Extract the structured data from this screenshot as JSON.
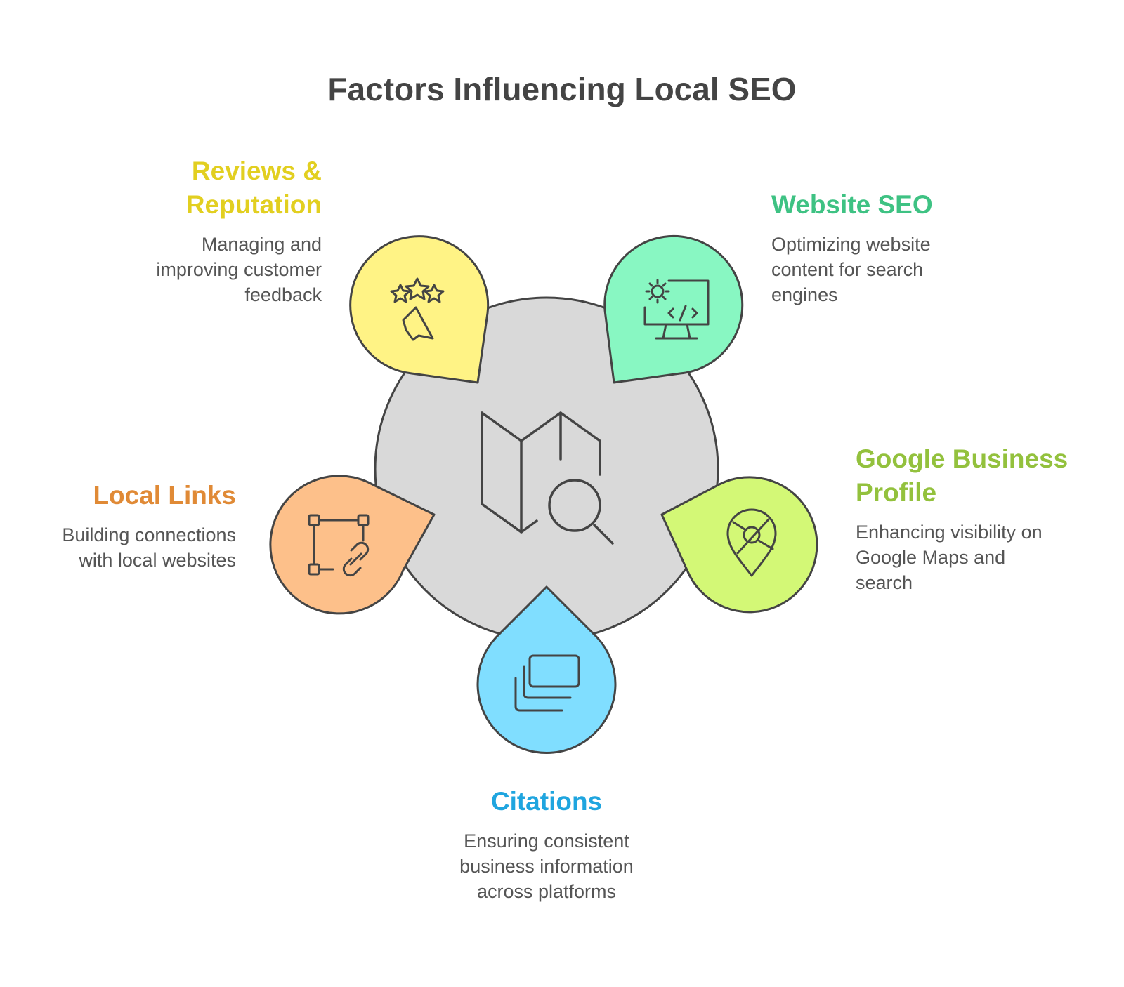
{
  "title": "Factors Influencing Local SEO",
  "center": {
    "icon": "map-search-icon",
    "fill": "#d9d9d9"
  },
  "factors": [
    {
      "key": "reviews",
      "heading_lines": [
        "Reviews &",
        "Reputation"
      ],
      "desc_lines": [
        "Managing and",
        "improving customer",
        "feedback"
      ],
      "color": "#e2cf20",
      "fill": "#fff385",
      "icon": "star-review-icon"
    },
    {
      "key": "website",
      "heading_lines": [
        "Website SEO"
      ],
      "desc_lines": [
        "Optimizing website",
        "content for search",
        "engines"
      ],
      "color": "#3ec283",
      "fill": "#88f7c2",
      "icon": "code-monitor-icon"
    },
    {
      "key": "google",
      "heading_lines": [
        "Google Business",
        "Profile"
      ],
      "desc_lines": [
        "Enhancing visibility on",
        "Google Maps and",
        "search"
      ],
      "color": "#93c13d",
      "fill": "#d3f876",
      "icon": "map-pin-icon"
    },
    {
      "key": "citations",
      "heading_lines": [
        "Citations"
      ],
      "desc_lines": [
        "Ensuring consistent",
        "business information",
        "across platforms"
      ],
      "color": "#1fa5df",
      "fill": "#80deff",
      "icon": "stacked-cards-icon"
    },
    {
      "key": "links",
      "heading_lines": [
        "Local Links"
      ],
      "desc_lines": [
        "Building connections",
        "with local websites"
      ],
      "color": "#e08a36",
      "fill": "#fdc08a",
      "icon": "link-nodes-icon"
    }
  ]
}
